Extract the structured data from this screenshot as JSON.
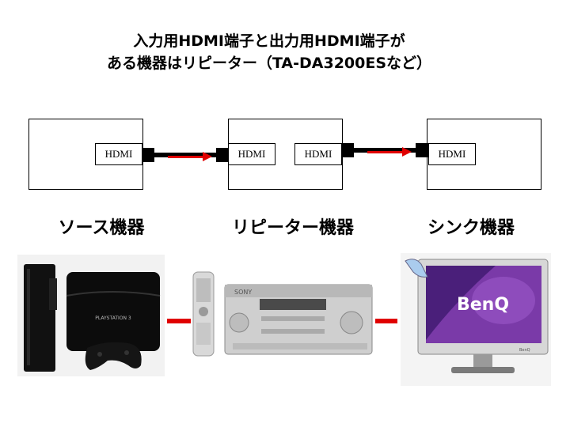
{
  "title": {
    "line1": "入力用HDMI端子と出力用HDMI端子が",
    "line2": "ある機器はリピーター（TA-DA3200ESなど）"
  },
  "ports": {
    "source_out": "HDMI",
    "repeater_in": "HDMI",
    "repeater_out": "HDMI",
    "sink_in": "HDMI"
  },
  "roles": {
    "source": "ソース機器",
    "repeater": "リピーター機器",
    "sink": "シンク機器"
  },
  "photos": {
    "ps3_logo": "PLAYSTATION 3",
    "receiver_brand": "SONY",
    "monitor_brand": "BenQ",
    "monitor_bottom": "BenQ"
  },
  "colors": {
    "arrow": "#e00000",
    "cable": "#000000",
    "monitor_screen": "#7a3aa8"
  }
}
